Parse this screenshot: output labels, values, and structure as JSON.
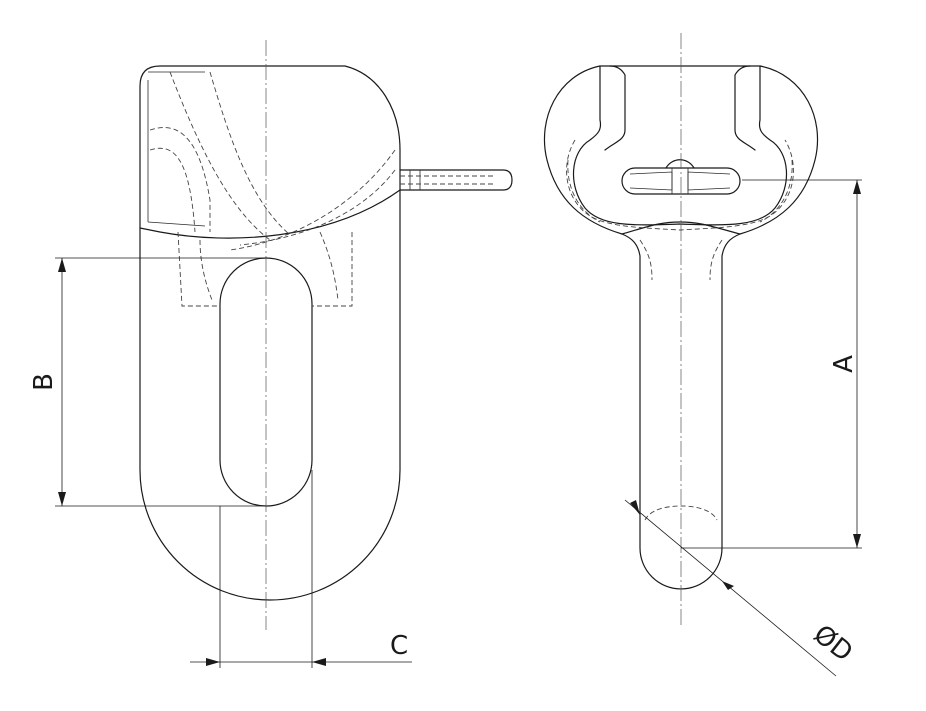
{
  "drawing": {
    "dimension_labels": {
      "a": "A",
      "b": "B",
      "c": "C",
      "d": "ØD"
    },
    "line_color": "#1a1a1a",
    "background": "#ffffff"
  }
}
